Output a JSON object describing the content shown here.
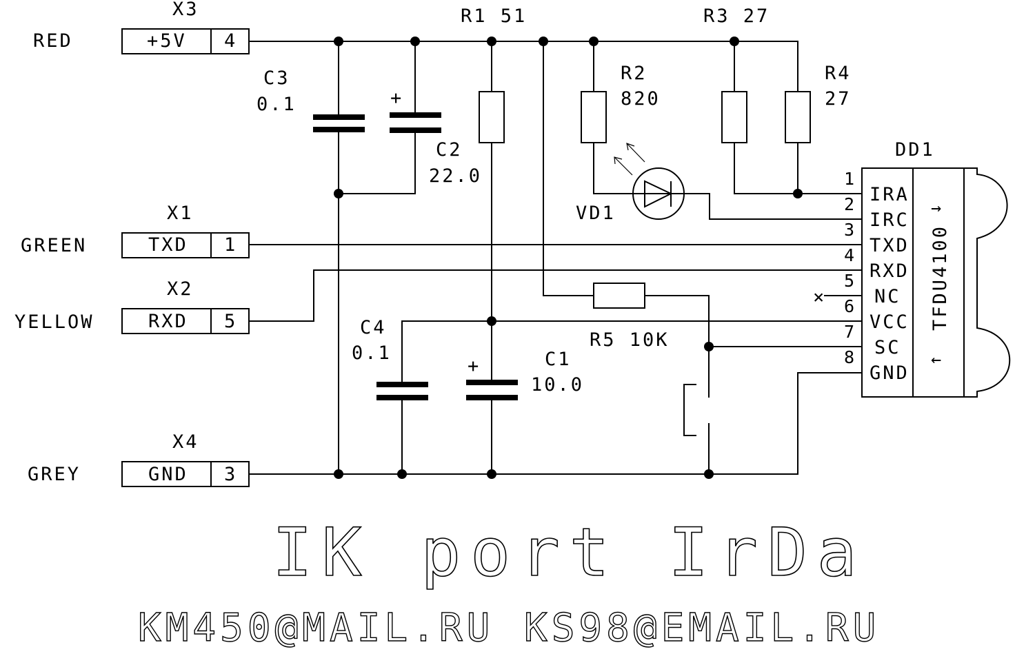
{
  "connectors": [
    {
      "ref": "X3",
      "wire_color": "RED",
      "signal": "+5V",
      "pin": "4"
    },
    {
      "ref": "X1",
      "wire_color": "GREEN",
      "signal": "TXD",
      "pin": "1"
    },
    {
      "ref": "X2",
      "wire_color": "YELLOW",
      "signal": "RXD",
      "pin": "5"
    },
    {
      "ref": "X4",
      "wire_color": "GREY",
      "signal": "GND",
      "pin": "3"
    }
  ],
  "components": {
    "C3": {
      "ref": "C3",
      "value": "0.1"
    },
    "C2": {
      "ref": "C2",
      "value": "22.0",
      "polarity": "+"
    },
    "C4": {
      "ref": "C4",
      "value": "0.1"
    },
    "C1": {
      "ref": "C1",
      "value": "10.0",
      "polarity": "+"
    },
    "R1": {
      "label": "R1  51"
    },
    "R2": {
      "ref": "R2",
      "value": "820"
    },
    "R3": {
      "label": "R3  27"
    },
    "R4": {
      "ref": "R4",
      "value": "27"
    },
    "R5": {
      "label": "R5  10K"
    },
    "VD1": {
      "ref": "VD1"
    }
  },
  "ic": {
    "ref": "DD1",
    "part": "TFDU4100",
    "pins": [
      {
        "num": "1",
        "name": "IRA"
      },
      {
        "num": "2",
        "name": "IRC"
      },
      {
        "num": "3",
        "name": "TXD"
      },
      {
        "num": "4",
        "name": "RXD"
      },
      {
        "num": "5",
        "name": "NC"
      },
      {
        "num": "6",
        "name": "VCC"
      },
      {
        "num": "7",
        "name": "SC"
      },
      {
        "num": "8",
        "name": "GND"
      }
    ],
    "arrow_tx": "→",
    "arrow_rx": "←",
    "nc_mark": "×"
  },
  "title": "IK port IrDa",
  "emails": {
    "first": "KM450@MAIL.RU",
    "second": "KS98@EMAIL.RU"
  }
}
